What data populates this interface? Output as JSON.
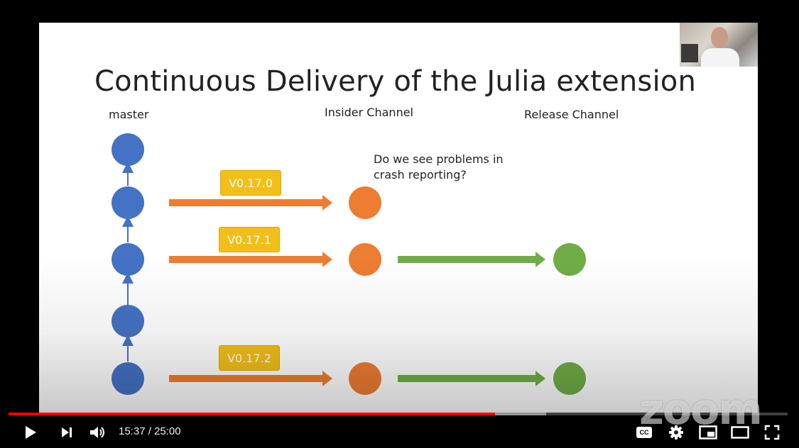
{
  "slide": {
    "title": "Continuous Delivery of the Julia extension",
    "columns": {
      "master": "master",
      "insider": "Insider Channel",
      "release": "Release Channel"
    },
    "note": "Do we see problems in crash reporting?",
    "versions": [
      "V0.17.0",
      "V0.17.1",
      "V0.17.2"
    ],
    "colors": {
      "master_node": "#4472c4",
      "insider_node": "#ed7d31",
      "release_node": "#70ad47",
      "version_box": "#f2bf1a"
    }
  },
  "player": {
    "current_time": "15:37",
    "separator": " / ",
    "duration": "25:00",
    "progress_fraction": 0.6247,
    "buffer_fraction": 0.69,
    "watermark": "zoom",
    "accent": "#ff0000",
    "icons": {
      "play": "play-icon",
      "next": "next-icon",
      "volume": "volume-icon",
      "captions": "captions-icon",
      "settings": "gear-icon",
      "miniplayer": "miniplayer-icon",
      "theater": "theater-icon",
      "fullscreen": "fullscreen-icon"
    },
    "captions_label": "CC"
  }
}
